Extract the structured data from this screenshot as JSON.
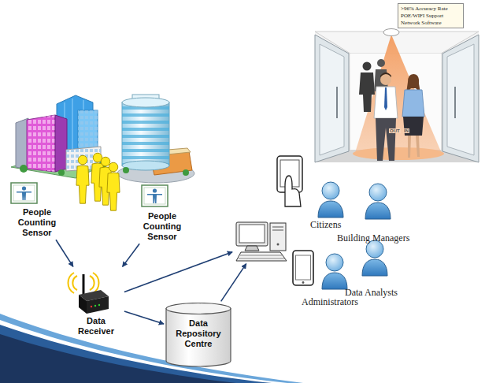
{
  "diagram": {
    "nodes": [
      {
        "text": [
          ">96% Accuracy Rate POE/WIFI Support Network Software"
        ]
      },
      {
        "text": [
          "People Counting Sensor"
        ]
      },
      {
        "text": [
          "People Counting Sensor"
        ]
      },
      {
        "text": [
          "Citizens",
          "Building Managers",
          "Data Analysts",
          "Administrators"
        ]
      },
      {
        "text": [
          "Data Receiver"
        ]
      },
      {
        "text": [
          "Data Repository Centre"
        ]
      }
    ],
    "edges": [
      {
        "from": 1,
        "to": 4,
        "arrow": "to"
      },
      {
        "from": 2,
        "to": 4,
        "arrow": "to"
      },
      {
        "from": 4,
        "to": 3,
        "arrow": "to"
      },
      {
        "from": 4,
        "to": 5,
        "arrow": "to"
      },
      {
        "from": 5,
        "to": 3,
        "arrow": "to"
      }
    ],
    "labels": [
      "OUT",
      "IN"
    ]
  }
}
